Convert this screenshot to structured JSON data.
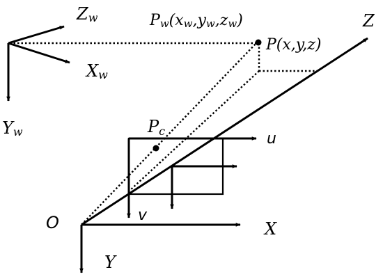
{
  "labels": {
    "world_z": "Z",
    "world_z_sub": "w",
    "world_x": "X",
    "world_x_sub": "w",
    "world_y": "Y",
    "world_y_sub": "w",
    "point_world_prefix": "P",
    "point_world_sub": "w",
    "point_world_coords": "(x",
    "point_world_coords_sub1": "w",
    "point_world_comma1": ",y",
    "point_world_coords_sub2": "w",
    "point_world_comma2": ",z",
    "point_world_coords_sub3": "w",
    "point_world_close": ")",
    "point_camera": "P(x,y,z)",
    "image_point": "P",
    "image_point_sub": "c",
    "axis_u": "u",
    "axis_v": "v",
    "origin": "O",
    "camera_x": "X",
    "camera_y": "Y",
    "camera_z": "Z"
  },
  "colors": {
    "stroke": "#000000",
    "background": "#ffffff"
  }
}
